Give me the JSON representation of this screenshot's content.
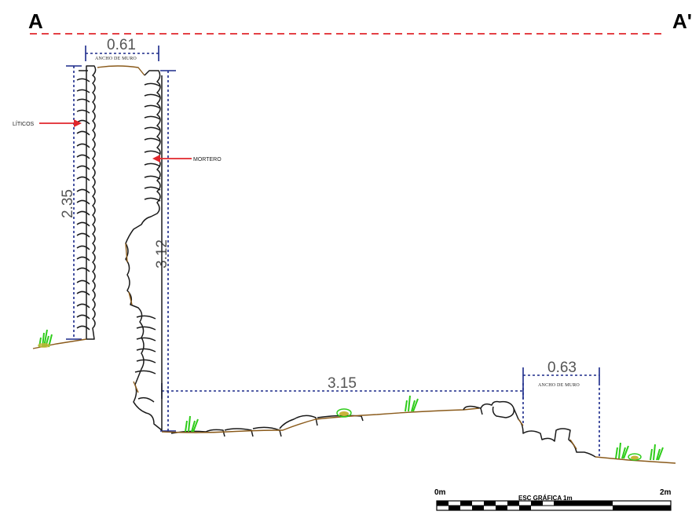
{
  "section": {
    "label_start": "A",
    "label_end": "A'",
    "section_line_color": "#e0262b"
  },
  "dimensions": {
    "wall1_width": "0.61",
    "wall1_width_note": "ANCHO DE MURO",
    "wall1_height_outer": "2.35",
    "wall1_height_inner": "3.12",
    "floor_length": "3.15",
    "wall2_width": "0.63",
    "wall2_width_note": "ANCHO DE MURO",
    "dimension_color": "#1b2a8a"
  },
  "annotations": {
    "liticos": "LÍTICOS",
    "mortero": "MORTERO",
    "arrow_color": "#e0262b"
  },
  "scale_bar": {
    "start": "0m",
    "end": "2m",
    "title": "ESC GRÁFICA 1m"
  },
  "colors": {
    "stone_outline": "#1a1a1a",
    "mortar": "#8a5a1a",
    "vegetation": "#2ecc1a"
  }
}
